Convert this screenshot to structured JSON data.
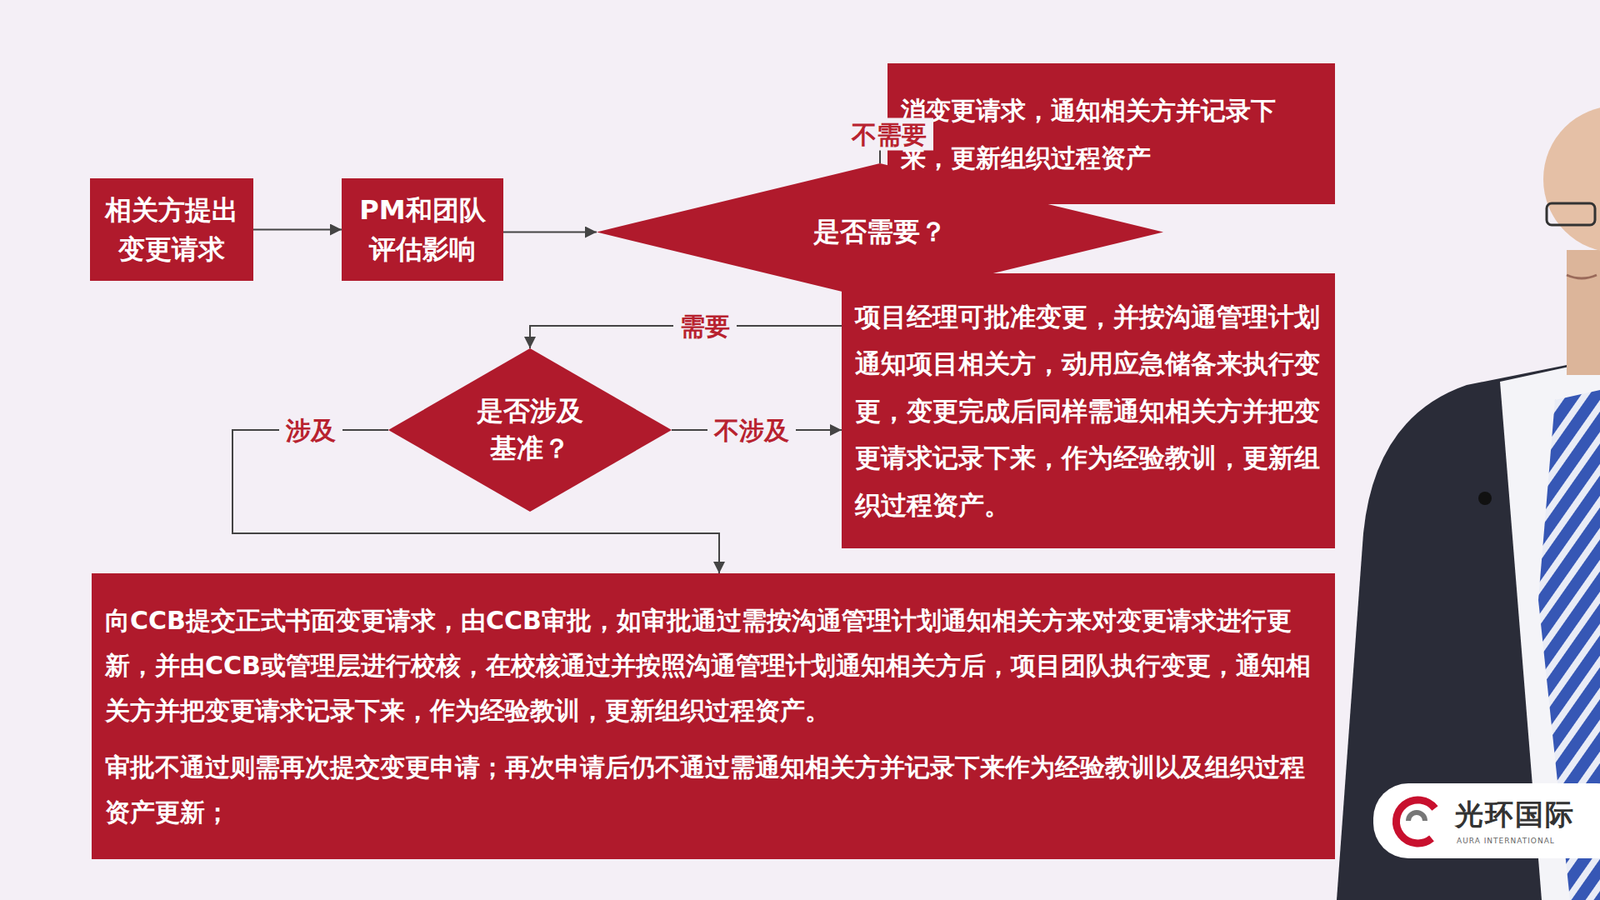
{
  "diagram": {
    "nodes": [
      {
        "text": [
          "相关方提出 变更请求"
        ]
      },
      {
        "text": [
          "PM和团队 评估影响"
        ]
      },
      {
        "text": [
          "是否需要？"
        ]
      },
      {
        "text": [
          "消变更请求，通知相关方并记录下来，更新组织过程资产"
        ]
      },
      {
        "text": [
          "是否涉及 基准？"
        ]
      },
      {
        "text": [
          "项目经理可批准变更，并按沟通管理计划通知项目相关方，动用应急储备来执行变更，变更完成后同样需通知相关方并把变更请求记录下来，作为经验教训，更新组织过程资产。"
        ]
      },
      {
        "text": [
          "向CCB提交正式书面变更请求，由CCB审批，如审批通过需按沟通管理计划通知相关方来对变更请求进行更新，并由CCB或管理层进行校核，在校核通过并按照沟通管理计划通知相关方后，项目团队执行变更，通知相关方并把变更请求记录下来，作为经验教训，更新组织过程资产。",
          "审批不通过则需再次提交变更申请；再次申请后仍不通过需通知相关方并记录下来作为经验教训以及组织过程资产更新；"
        ]
      }
    ],
    "edges": [
      {
        "from": 0,
        "to": 1,
        "arrow": "to"
      },
      {
        "from": 1,
        "to": 2,
        "arrow": "to"
      },
      {
        "from": 2,
        "to": 3,
        "label": "不需要",
        "arrow": "to"
      },
      {
        "from": 2,
        "to": 4,
        "label": "需要",
        "arrow": "to"
      },
      {
        "from": 4,
        "to": 5,
        "label": "不涉及",
        "arrow": "to"
      },
      {
        "from": 4,
        "to": 6,
        "label": "涉及",
        "arrow": "to"
      }
    ],
    "labels": [
      "光环国际",
      "AURA INTERNATIONAL"
    ]
  }
}
